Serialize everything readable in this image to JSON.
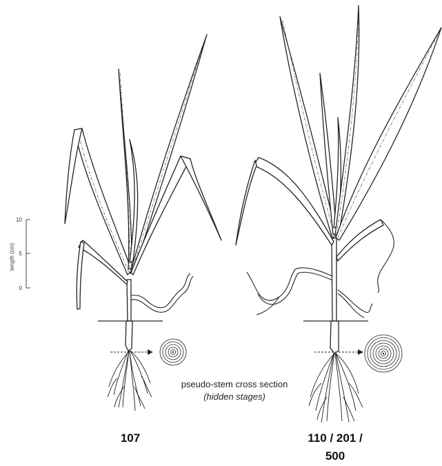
{
  "scale": {
    "axis_label": "length (cm)",
    "ticks": [
      "10",
      "5",
      "0"
    ]
  },
  "cross_section": {
    "title": "pseudo-stem cross section",
    "subtitle": "(hidden stages)"
  },
  "plants": [
    {
      "stage_label": "107"
    },
    {
      "stage_label_line1": "110 / 201 /",
      "stage_label_line2": "500"
    }
  ]
}
